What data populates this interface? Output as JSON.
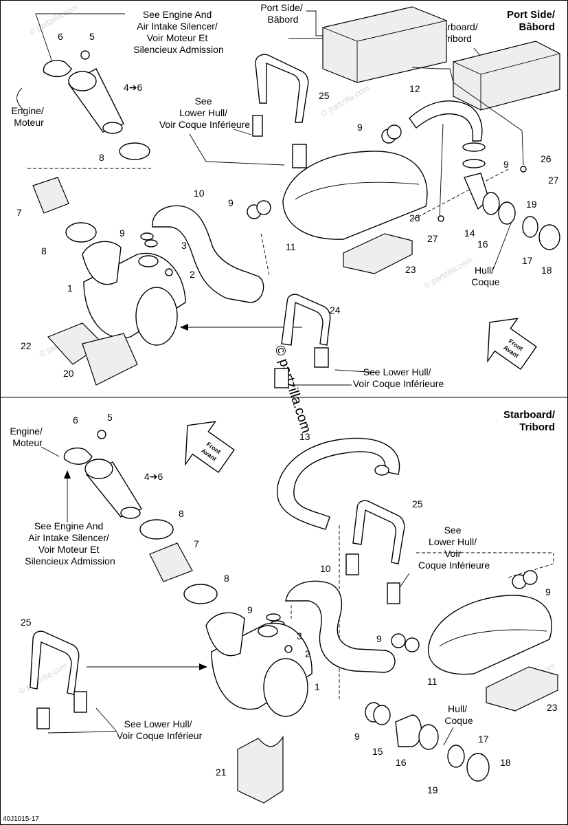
{
  "upper_section": {
    "title_line1": "Port Side/",
    "title_line2": "Bâbord",
    "callouts": {
      "see_engine": [
        "See Engine And",
        "Air Intake Silencer/",
        "Voir Moteur Et",
        "Silencieux Admission"
      ],
      "engine": [
        "Engine/",
        "Moteur"
      ],
      "port_side": [
        "Port Side/",
        "Bâbord"
      ],
      "starboard": [
        "Starboard/",
        "Tribord"
      ],
      "see_lower_hull_a": [
        "See",
        "Lower Hull/",
        "Voir Coque Inférieure"
      ],
      "hull": [
        "Hull/",
        "Coque"
      ],
      "see_lower_hull_b": [
        "See Lower Hull/",
        "Voir Coque Inférieure"
      ]
    },
    "parts": {
      "p6": "6",
      "p5": "5",
      "p4": "4➔6",
      "p8a": "8",
      "p25": "25",
      "p12": "12",
      "p9a": "9",
      "p9b": "9",
      "p9c": "9",
      "p9d": "9",
      "p26a": "26",
      "p27a": "27",
      "p26b": "26",
      "p27b": "27",
      "p19": "19",
      "p7": "7",
      "p8b": "8",
      "p10": "10",
      "p3": "3",
      "p2": "2",
      "p1": "1",
      "p11": "11",
      "p14": "14",
      "p16": "16",
      "p17": "17",
      "p18": "18",
      "p23": "23",
      "p24": "24",
      "p22": "22",
      "p20": "20"
    }
  },
  "lower_section": {
    "title_line1": "Starboard/",
    "title_line2": "Tribord",
    "callouts": {
      "engine": [
        "Engine/",
        "Moteur"
      ],
      "see_engine": [
        "See Engine And",
        "Air Intake Silencer/",
        "Voir Moteur Et",
        "Silencieux Admission"
      ],
      "see_lower_hull_a": [
        "See",
        "Lower Hull/",
        "Voir",
        "Coque Inférieure"
      ],
      "see_lower_hull_b": [
        "See Lower Hull/",
        "Voir Coque Inférieur"
      ],
      "hull": [
        "Hull/",
        "Coque"
      ]
    },
    "parts": {
      "p6": "6",
      "p5": "5",
      "p4": "4➔6",
      "p8a": "8",
      "p7": "7",
      "p8b": "8",
      "p13": "13",
      "p25a": "25",
      "p10": "10",
      "p9a": "9",
      "p3": "3",
      "p2": "2",
      "p9b": "9",
      "p9c": "9",
      "p11": "11",
      "p25b": "25",
      "p1": "1",
      "p23": "23",
      "p9d": "9",
      "p15": "15",
      "p16": "16",
      "p17": "17",
      "p18": "18",
      "p21": "21",
      "p19": "19"
    }
  },
  "front_badge": [
    "Front",
    "Avant"
  ],
  "watermark": "© partzilla.com",
  "footer_code": "40J1015-17"
}
